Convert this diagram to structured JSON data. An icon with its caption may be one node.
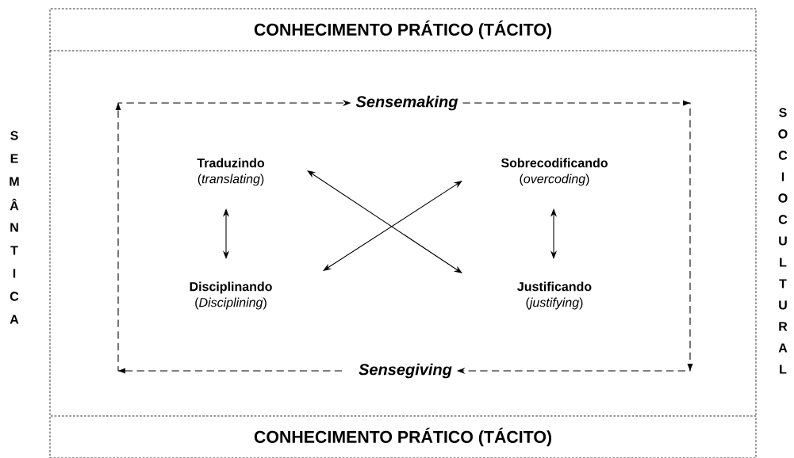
{
  "diagram": {
    "nodes": [
      {
        "text": [
          "CONHECIMENTO PRÁTICO (TÁCITO)"
        ]
      },
      {
        "text": [
          "Sensemaking"
        ]
      },
      {
        "text": [
          "Traduzindo",
          "(*translating*)"
        ]
      },
      {
        "text": [
          "Sobrecodificando",
          "(*overcoding*)"
        ]
      },
      {
        "text": [
          "Disciplinando",
          "(*Disciplining*)"
        ]
      },
      {
        "text": [
          "Justificando",
          "(*justifying*)"
        ]
      },
      {
        "text": [
          "Sensegiving"
        ]
      },
      {
        "text": [
          "CONHECIMENTO PRÁTICO (TÁCITO)"
        ]
      }
    ],
    "edges": [
      {
        "from": 2,
        "to": 4,
        "arrow": "both"
      },
      {
        "from": 3,
        "to": 5,
        "arrow": "both"
      },
      {
        "from": 2,
        "to": 5,
        "arrow": "both"
      },
      {
        "from": 3,
        "to": 4,
        "arrow": "both"
      },
      {
        "from": 6,
        "to": 1,
        "arrow": "to",
        "style": "dashed"
      },
      {
        "from": 1,
        "to": 6,
        "arrow": "to",
        "style": "dashed"
      }
    ],
    "labels": [
      "S",
      "E",
      "M",
      "Â",
      "N",
      "T",
      "I",
      "C",
      "A",
      "S",
      "O",
      "C",
      "I",
      "O",
      "C",
      "U",
      "L",
      "T",
      "U",
      "R",
      "A",
      "L"
    ]
  }
}
